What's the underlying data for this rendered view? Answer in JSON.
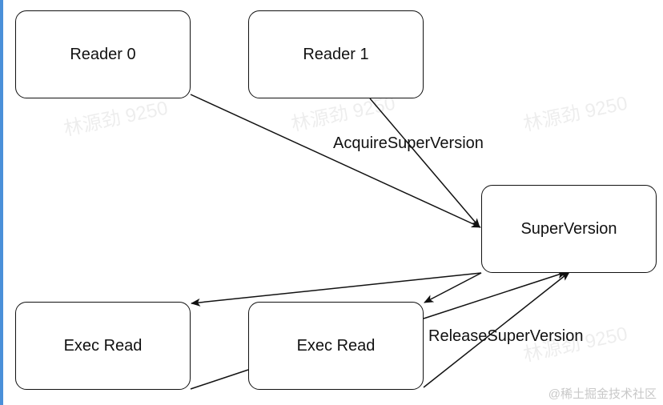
{
  "nodes": {
    "reader0": "Reader 0",
    "reader1": "Reader 1",
    "superversion": "SuperVersion",
    "exec0": "Exec Read",
    "exec1": "Exec Read"
  },
  "edges": {
    "acquire_label": "AcquireSuperVersion",
    "release_label": "ReleaseSuperVersion"
  },
  "watermark": {
    "text": "林源劲 9250",
    "site": "@稀土掘金技术社区"
  },
  "colors": {
    "stroke": "#111111",
    "accent": "#4a90d9"
  }
}
